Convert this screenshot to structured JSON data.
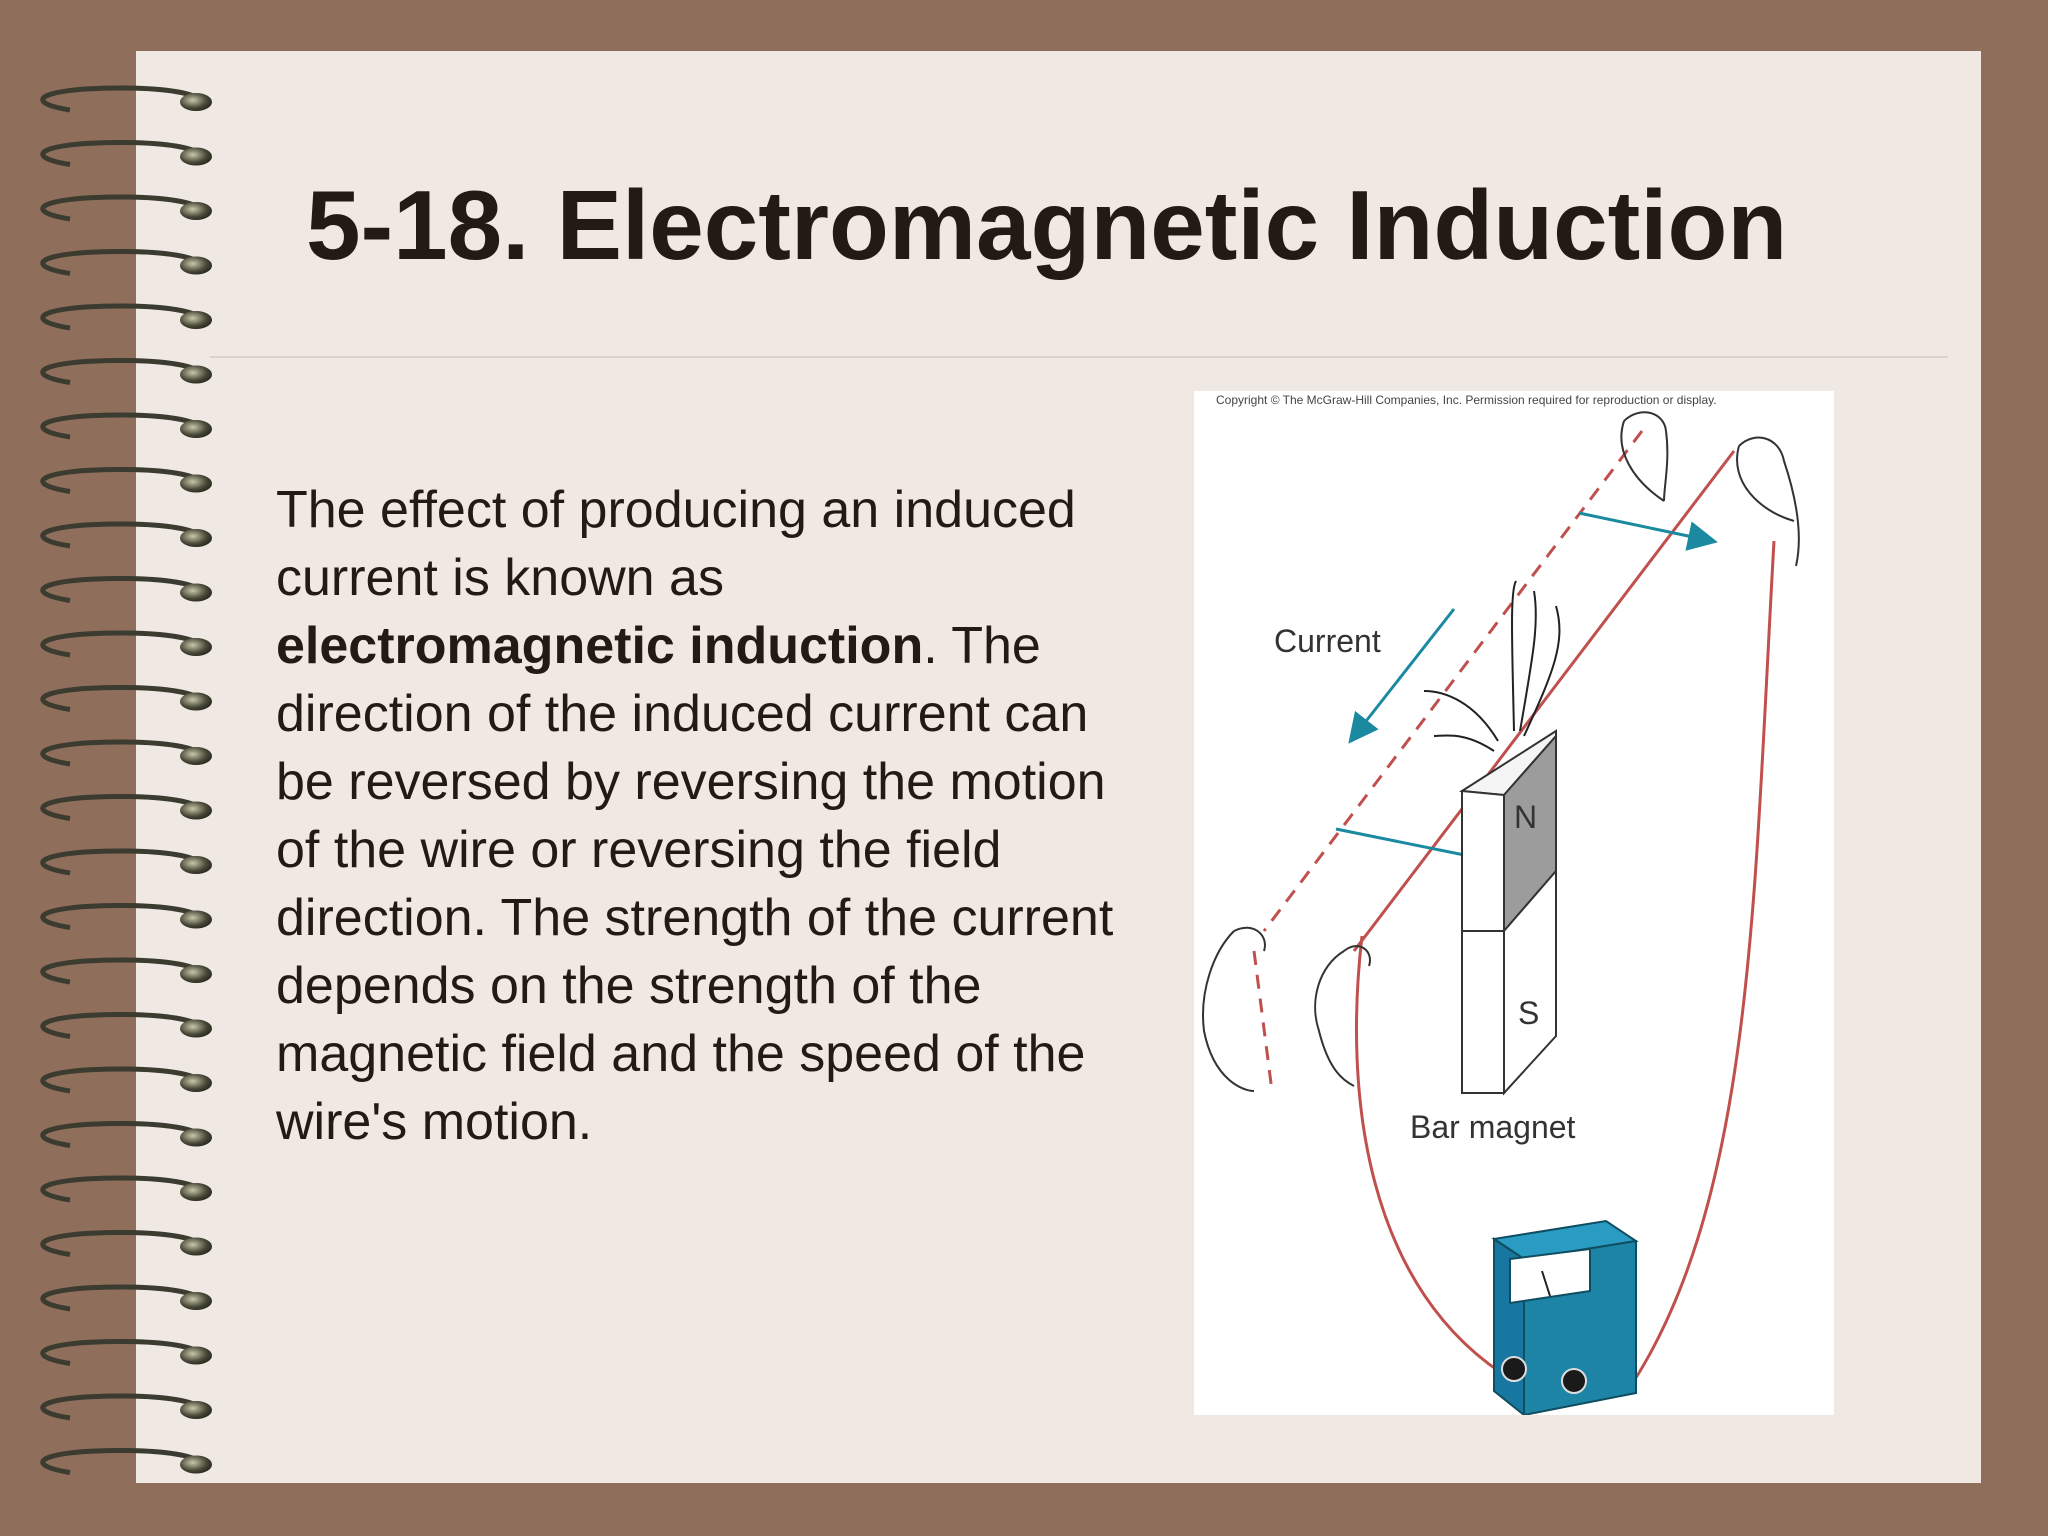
{
  "slide": {
    "title": "5-18. Electromagnetic Induction",
    "body": {
      "line1": "The effect of producing an induced current is known as",
      "term": "electromagnetic induction",
      "term_suffix": ".",
      "rest": "The direction of the induced current can be reversed by reversing the motion of the wire or reversing the field direction. The strength of the current depends on the strength of the magnetic field and the speed of the wire's motion."
    }
  },
  "figure": {
    "copyright": "Copyright © The McGraw-Hill Companies, Inc.  Permission required for reproduction or display.",
    "label_current": "Current",
    "label_bar_magnet": "Bar magnet",
    "pole_n": "N",
    "pole_s": "S"
  },
  "colors": {
    "background": "#8f6f5c",
    "page": "#efe8e3",
    "text": "#241a14",
    "wire": "#c0504d",
    "arrow": "#1b8aa0",
    "meter": "#1d84a5"
  }
}
